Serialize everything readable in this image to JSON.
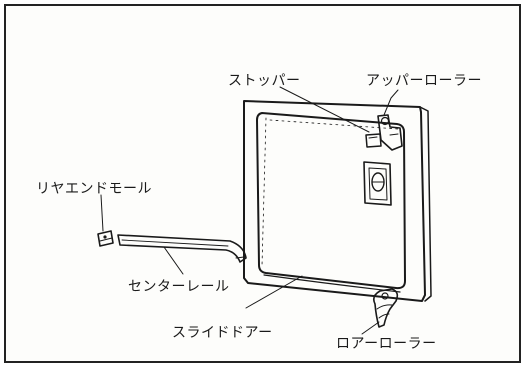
{
  "labels": {
    "stopper": "ストッパー",
    "upper_roller": "アッパーローラー",
    "rear_end_mould": "リヤエンドモール",
    "center_rail": "センターレール",
    "slide_door": "スライドドアー",
    "lower_roller": "ロアーローラー"
  }
}
